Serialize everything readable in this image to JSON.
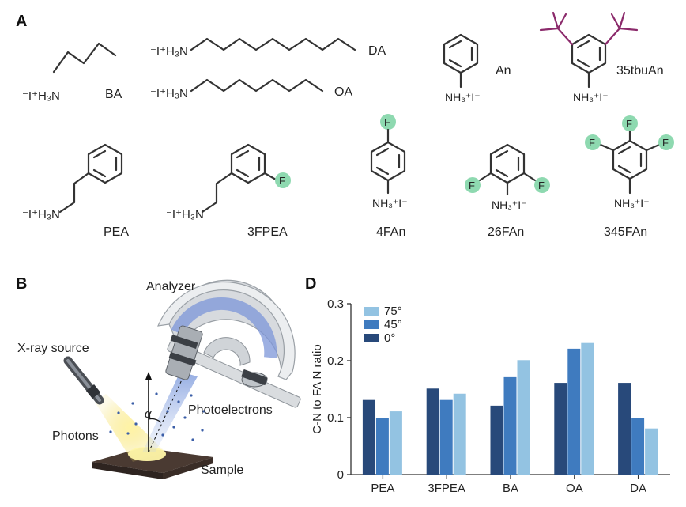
{
  "panels": {
    "a": "A",
    "b": "B",
    "d": "D"
  },
  "molecules": {
    "ba": "BA",
    "da": "DA",
    "oa": "OA",
    "an": "An",
    "tbuan": "35tbuAn",
    "pea": "PEA",
    "fpea": "3FPEA",
    "fan4": "4FAn",
    "fan26": "26FAn",
    "fan345": "345FAn"
  },
  "groups": {
    "ammonium_left": "⁻I⁺H₃N",
    "ammonium_bottom": "NH₃⁺I⁻",
    "fluorine": "F"
  },
  "setup": {
    "analyzer": "Analyzer",
    "xray": "X-ray source",
    "photons": "Photons",
    "photoelectrons": "Photoelectrons",
    "sample": "Sample",
    "angle": "α"
  },
  "colors": {
    "fluorine_highlight": "#8ed9b0",
    "tbu_bonds": "#8b2a6b",
    "bar_75": "#93c3e2",
    "bar_45": "#3f7bbf",
    "bar_0": "#28497a"
  },
  "chart_data": {
    "type": "bar",
    "categories": [
      "PEA",
      "3FPEA",
      "BA",
      "OA",
      "DA"
    ],
    "series": [
      {
        "name": "75°",
        "values": [
          0.111,
          0.142,
          0.201,
          0.231,
          0.081
        ]
      },
      {
        "name": "45°",
        "values": [
          0.1,
          0.131,
          0.171,
          0.221,
          0.1
        ]
      },
      {
        "name": "0°",
        "values": [
          0.131,
          0.151,
          0.121,
          0.161,
          0.161
        ]
      }
    ],
    "draw_order": [
      "0°",
      "45°",
      "75°"
    ],
    "ylabel": "C-N to FA N ratio",
    "ylim": [
      0,
      0.3
    ],
    "yticks": [
      "0",
      "0.1",
      "0.2",
      "0.3"
    ],
    "legend": "top-left",
    "grid": false
  }
}
